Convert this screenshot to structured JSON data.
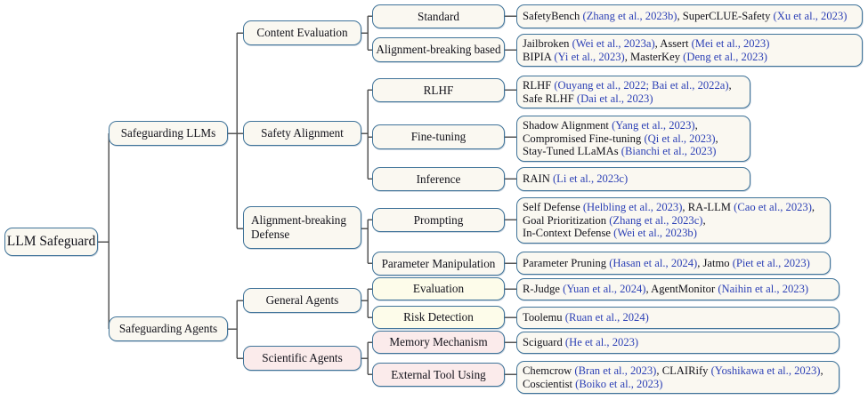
{
  "title": "LLM Safeguard Taxonomy",
  "colors": {
    "border": "#3f7399",
    "fill_cream": "#faf8f1",
    "fill_yellow": "#fdfcea",
    "fill_pink": "#fbebeb",
    "citation": "#2b3fb5",
    "text": "#12121a",
    "connector": "#555555"
  },
  "root": {
    "label": "LLM Safeguard"
  },
  "level2": [
    {
      "id": "safeguarding-llms",
      "label": "Safeguarding LLMs"
    },
    {
      "id": "safeguarding-agents",
      "label": "Safeguarding Agents"
    }
  ],
  "level3": [
    {
      "id": "content-evaluation",
      "label": "Content Evaluation"
    },
    {
      "id": "safety-alignment",
      "label": "Safety Alignment"
    },
    {
      "id": "alignment-breaking-defense",
      "label": "Alignment-breaking Defense"
    },
    {
      "id": "general-agents",
      "label": "General Agents"
    },
    {
      "id": "scientific-agents",
      "label": "Scientific Agents"
    }
  ],
  "level4": [
    {
      "id": "standard",
      "label": "Standard"
    },
    {
      "id": "alignment-breaking-based",
      "label": "Alignment-breaking based"
    },
    {
      "id": "rlhf",
      "label": "RLHF"
    },
    {
      "id": "fine-tuning",
      "label": "Fine-tuning"
    },
    {
      "id": "inference",
      "label": "Inference"
    },
    {
      "id": "prompting",
      "label": "Prompting"
    },
    {
      "id": "parameter-manipulation",
      "label": "Parameter Manipulation"
    },
    {
      "id": "evaluation",
      "label": "Evaluation"
    },
    {
      "id": "risk-detection",
      "label": "Risk Detection"
    },
    {
      "id": "memory-mechanism",
      "label": "Memory Mechanism"
    },
    {
      "id": "external-tool-using",
      "label": "External Tool Using"
    }
  ],
  "leaves": {
    "standard": {
      "lines": [
        [
          {
            "t": "SafetyBench ",
            "c": false
          },
          {
            "t": "(Zhang et al., 2023b)",
            "c": true
          },
          {
            "t": ", SuperCLUE-Safety ",
            "c": false
          },
          {
            "t": "(Xu et al., 2023)",
            "c": true
          }
        ]
      ]
    },
    "alignment_breaking_based": {
      "lines": [
        [
          {
            "t": "Jailbroken ",
            "c": false
          },
          {
            "t": "(Wei et al., 2023a)",
            "c": true
          },
          {
            "t": ", Assert ",
            "c": false
          },
          {
            "t": "(Mei et al., 2023)",
            "c": true
          }
        ],
        [
          {
            "t": "BIPIA ",
            "c": false
          },
          {
            "t": "(Yi et al., 2023)",
            "c": true
          },
          {
            "t": ",  MasterKey ",
            "c": false
          },
          {
            "t": "(Deng et al., 2023)",
            "c": true
          }
        ]
      ]
    },
    "rlhf": {
      "lines": [
        [
          {
            "t": "RLHF ",
            "c": false
          },
          {
            "t": "(Ouyang et al., 2022; Bai et al., 2022a)",
            "c": true
          },
          {
            "t": ",",
            "c": false
          }
        ],
        [
          {
            "t": "Safe RLHF ",
            "c": false
          },
          {
            "t": "(Dai et al., 2023)",
            "c": true
          }
        ]
      ]
    },
    "fine_tuning": {
      "lines": [
        [
          {
            "t": "Shadow Alignment  ",
            "c": false
          },
          {
            "t": "(Yang et al., 2023)",
            "c": true
          },
          {
            "t": ",",
            "c": false
          }
        ],
        [
          {
            "t": "Compromised Fine-tuning ",
            "c": false
          },
          {
            "t": "(Qi et al., 2023)",
            "c": true
          },
          {
            "t": ",",
            "c": false
          }
        ],
        [
          {
            "t": "Stay-Tuned LLaMAs ",
            "c": false
          },
          {
            "t": "(Bianchi et al., 2023)",
            "c": true
          }
        ]
      ]
    },
    "inference": {
      "lines": [
        [
          {
            "t": "RAIN ",
            "c": false
          },
          {
            "t": "(Li et al., 2023c)",
            "c": true
          }
        ]
      ]
    },
    "prompting": {
      "lines": [
        [
          {
            "t": "Self Defense ",
            "c": false
          },
          {
            "t": "(Helbling et al., 2023)",
            "c": true
          },
          {
            "t": ", RA-LLM ",
            "c": false
          },
          {
            "t": "(Cao et al., 2023)",
            "c": true
          },
          {
            "t": ",",
            "c": false
          }
        ],
        [
          {
            "t": "Goal Prioritization ",
            "c": false
          },
          {
            "t": "(Zhang et al., 2023c)",
            "c": true
          },
          {
            "t": ",",
            "c": false
          }
        ],
        [
          {
            "t": "In-Context Defense ",
            "c": false
          },
          {
            "t": "(Wei et al., 2023b)",
            "c": true
          }
        ]
      ]
    },
    "parameter_manipulation": {
      "lines": [
        [
          {
            "t": "Parameter Pruning ",
            "c": false
          },
          {
            "t": "(Hasan et al., 2024)",
            "c": true
          },
          {
            "t": ", Jatmo ",
            "c": false
          },
          {
            "t": "(Piet et al., 2023)",
            "c": true
          }
        ]
      ]
    },
    "evaluation": {
      "lines": [
        [
          {
            "t": "R-Judge ",
            "c": false
          },
          {
            "t": "(Yuan et al., 2024)",
            "c": true
          },
          {
            "t": ", AgentMonitor ",
            "c": false
          },
          {
            "t": "(Naihin et al., 2023)",
            "c": true
          }
        ]
      ]
    },
    "risk_detection": {
      "lines": [
        [
          {
            "t": "Toolemu ",
            "c": false
          },
          {
            "t": "(Ruan et al., 2024)",
            "c": true
          }
        ]
      ]
    },
    "memory_mechanism": {
      "lines": [
        [
          {
            "t": "Sciguard ",
            "c": false
          },
          {
            "t": "(He et al., 2023)",
            "c": true
          }
        ]
      ]
    },
    "external_tool_using": {
      "lines": [
        [
          {
            "t": "Chemcrow ",
            "c": false
          },
          {
            "t": "(Bran et al., 2023)",
            "c": true
          },
          {
            "t": ", CLAIRify ",
            "c": false
          },
          {
            "t": "(Yoshikawa et al., 2023)",
            "c": true
          },
          {
            "t": ",",
            "c": false
          }
        ],
        [
          {
            "t": "Coscientist ",
            "c": false
          },
          {
            "t": "(Boiko et al., 2023)",
            "c": true
          }
        ]
      ]
    }
  }
}
